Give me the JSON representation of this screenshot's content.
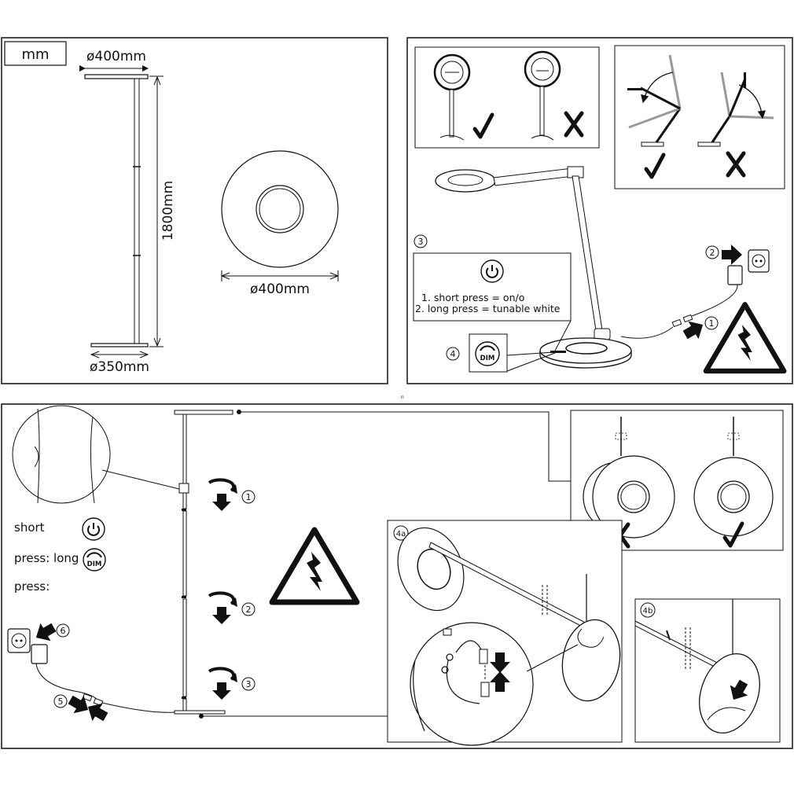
{
  "panel_dimensions": {
    "unit_label": "mm",
    "head_diameter": "ø400mm",
    "height": "1800mm",
    "base_diameter": "ø350mm",
    "disc_diameter": "ø400mm"
  },
  "panel_desk": {
    "step_3": "3",
    "step_4": "4",
    "step_2": "2",
    "step_1": "1",
    "instr_line1": "1. short press = on/o",
    "instr_line2": "2. long press = tunable white",
    "dim_label": "DIM"
  },
  "panel_assembly": {
    "step_1": "1",
    "step_2": "2",
    "step_3": "3",
    "step_5": "5",
    "step_6": "6",
    "step_4a": "4a",
    "step_4b": "4b",
    "short_label": "short",
    "press_long_label": "press:  long",
    "press_label": "press:",
    "dim_label": "DIM",
    "stray_mark": "n"
  },
  "icons": {
    "check": "check-mark-icon",
    "cross": "cross-mark-icon",
    "power": "power-button-icon",
    "dim": "dim-button-icon",
    "warning": "electric-hazard-icon",
    "socket": "wall-socket-icon"
  }
}
